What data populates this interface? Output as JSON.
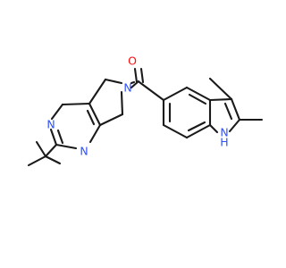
{
  "structure": {
    "atom_labels": {
      "carbonyl_oxygen": "O",
      "amide_nitrogen": "N",
      "pyrimidine_n3": "N",
      "pyrimidine_n1": "N",
      "indole_nitrogen": "N",
      "indole_hydrogen": "H"
    },
    "colors": {
      "bond": "#1a1a1a",
      "oxygen": "#ff0d0d",
      "nitrogen": "#3050f8",
      "background": "#ffffff"
    }
  }
}
